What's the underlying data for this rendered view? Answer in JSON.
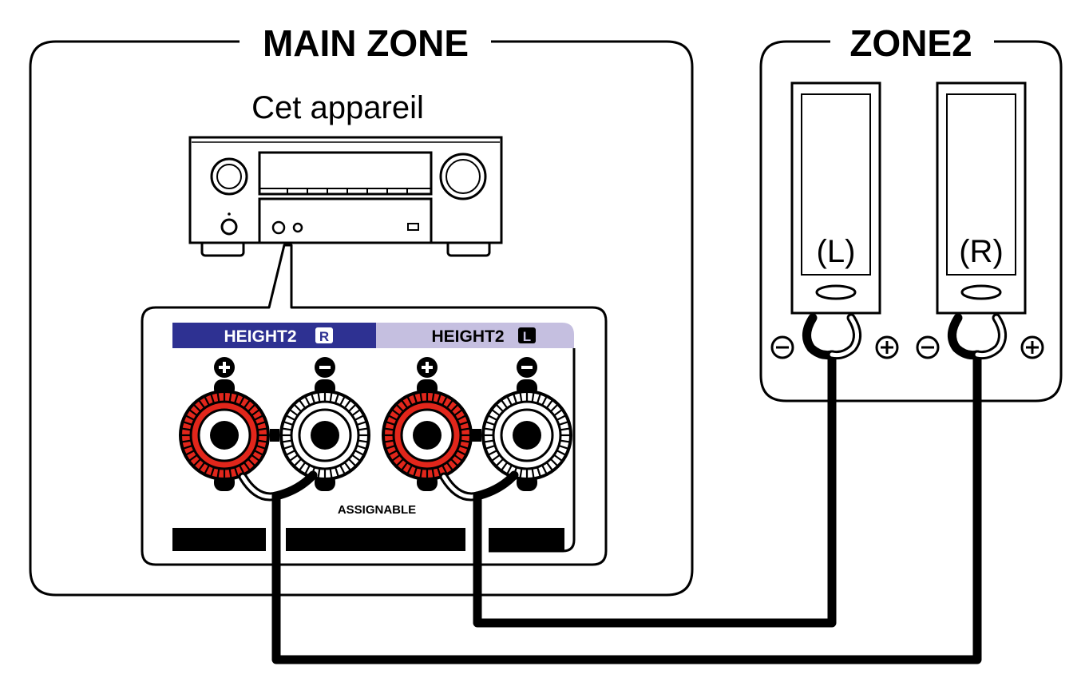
{
  "main_zone": {
    "title": "MAIN ZONE",
    "device_label": "Cet appareil"
  },
  "zone2": {
    "title": "ZONE2"
  },
  "terminal_panel": {
    "height2_r_label": "HEIGHT2",
    "height2_r_badge": "R",
    "height2_l_label": "HEIGHT2",
    "height2_l_badge": "L",
    "assignable_label": "ASSIGNABLE"
  },
  "speakers": {
    "left_label": "(L)",
    "right_label": "(R)"
  },
  "polarity": {
    "plus": "+",
    "minus": "−"
  },
  "colors": {
    "band_r": "#2e3192",
    "band_l": "#c5bfe0",
    "terminal_red": "#e2261b",
    "line": "#000000",
    "background": "#ffffff"
  }
}
